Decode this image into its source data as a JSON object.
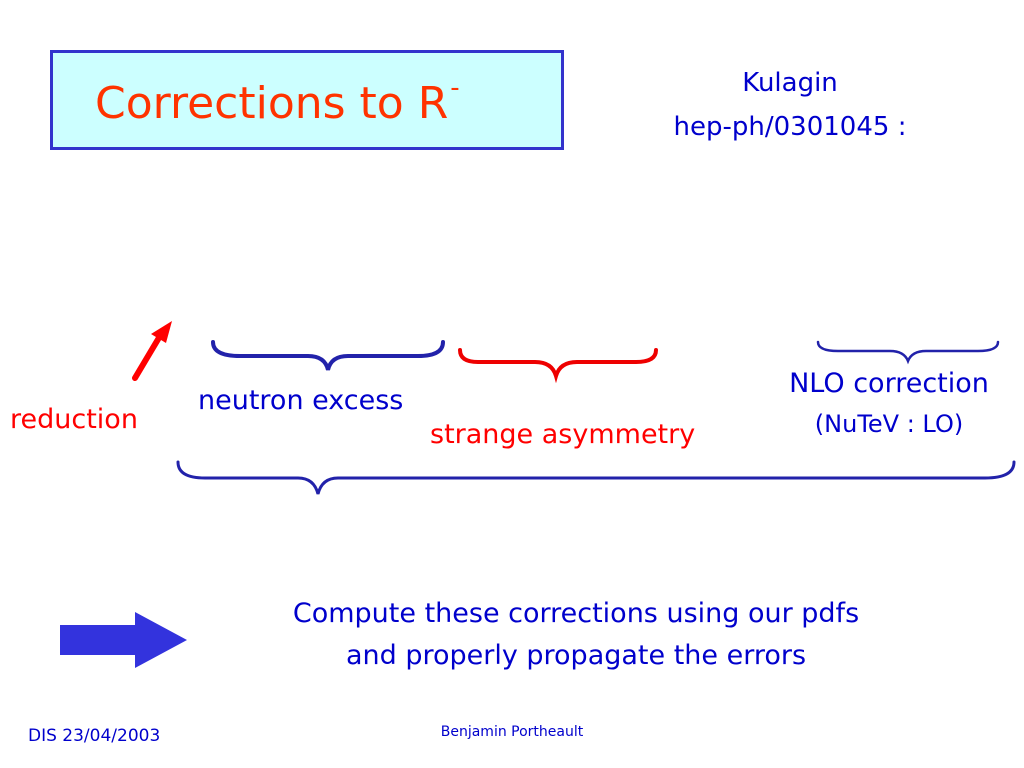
{
  "slide": {
    "title_main": "Corrections to R",
    "title_sup": "-",
    "reference_author": "Kulagin",
    "reference_id": "hep-ph/0301045 :",
    "labels": {
      "neutron_excess": "neutron excess",
      "strange_asymmetry": "strange asymmetry",
      "nlo_correction": "NLO correction",
      "nutev_note": "(NuTeV : LO)",
      "reduction": "reduction"
    },
    "conclusion_line1": "Compute these corrections using our pdfs",
    "conclusion_line2": "and properly propagate the errors",
    "footer_left": "DIS 23/04/2003",
    "footer_center": "Benjamin Portheault"
  },
  "colors": {
    "title_text": "#ff3300",
    "title_box_bg": "#ccffff",
    "title_box_border": "#3333cc",
    "text_blue": "#0000cc",
    "text_red": "#ff0000",
    "brace_blue": "#2222aa",
    "brace_red": "#ee0000",
    "arrow_blue": "#3333dd"
  },
  "icons": {
    "reduction_arrow": "red-up-right-arrow-icon",
    "conclusion_arrow": "blue-right-arrow-icon"
  }
}
